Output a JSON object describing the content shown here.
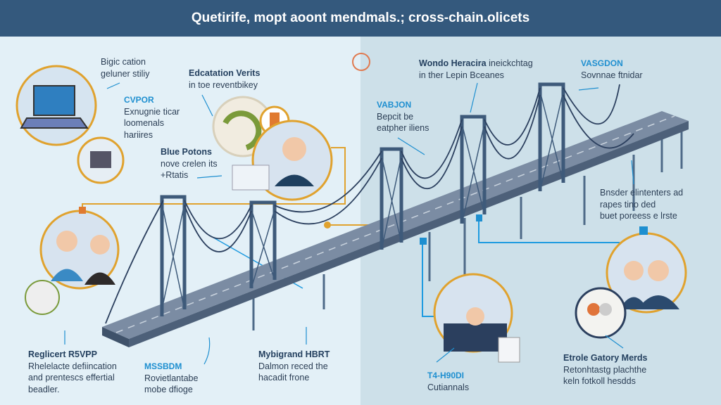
{
  "header": {
    "title": "Quetirife, mopt aoont mendmals.; cross-chain.olicets"
  },
  "callouts": [
    {
      "id": "digic",
      "lines": [
        "Bigic cation",
        "geluner stiliy"
      ]
    },
    {
      "id": "cvpor",
      "tag": "CVPOR",
      "lines": [
        "Exnugnie ticar",
        "loomenals",
        "hariires"
      ]
    },
    {
      "id": "edcatation",
      "title": "Edcatation Verits",
      "lines": [
        "in toe reventbikey"
      ]
    },
    {
      "id": "blue",
      "title": "Blue Potons",
      "lines": [
        "nove crelen its",
        "+Rtatis"
      ]
    },
    {
      "id": "wondo",
      "title": "Wondo Heracira",
      "lines": [
        "ineickchtag",
        "in ther Lepin Bceanes"
      ]
    },
    {
      "id": "vasgdon",
      "tag": "VASGDON",
      "lines": [
        "Sovnnae ftnidar"
      ]
    },
    {
      "id": "vabjon",
      "tag": "VABJON",
      "lines": [
        "Bepcit be",
        "eatpher iliens"
      ]
    },
    {
      "id": "bnsder",
      "lines": [
        "Bnsder elintenters ad",
        "rapes tino ded",
        "buet poreess e lrste"
      ]
    },
    {
      "id": "reglicert",
      "title": "Reglicert R5VPP",
      "lines": [
        "Rhelelacte defiincation",
        "and prentescs effertial",
        "beadler."
      ]
    },
    {
      "id": "mssbdm",
      "tag": "MSSBDM",
      "lines": [
        "Rovietlantabe",
        "mobe dfioge"
      ]
    },
    {
      "id": "mybigrand",
      "title": "Mybigrand HBRT",
      "lines": [
        "Dalmon reced the",
        "hacadit frone"
      ]
    },
    {
      "id": "t4",
      "tag": "T4-H90DI",
      "lines": [
        "Cutiannals"
      ]
    },
    {
      "id": "etrole",
      "title": "Etrole Gatory Merds",
      "lines": [
        "Retonhtastg plachthe",
        "keln fotkoll hesdds"
      ]
    }
  ],
  "colors": {
    "header": "#34597d",
    "accent": "#1e8fd0",
    "ring": "#e0a22e",
    "deck": "#5c6f88"
  }
}
